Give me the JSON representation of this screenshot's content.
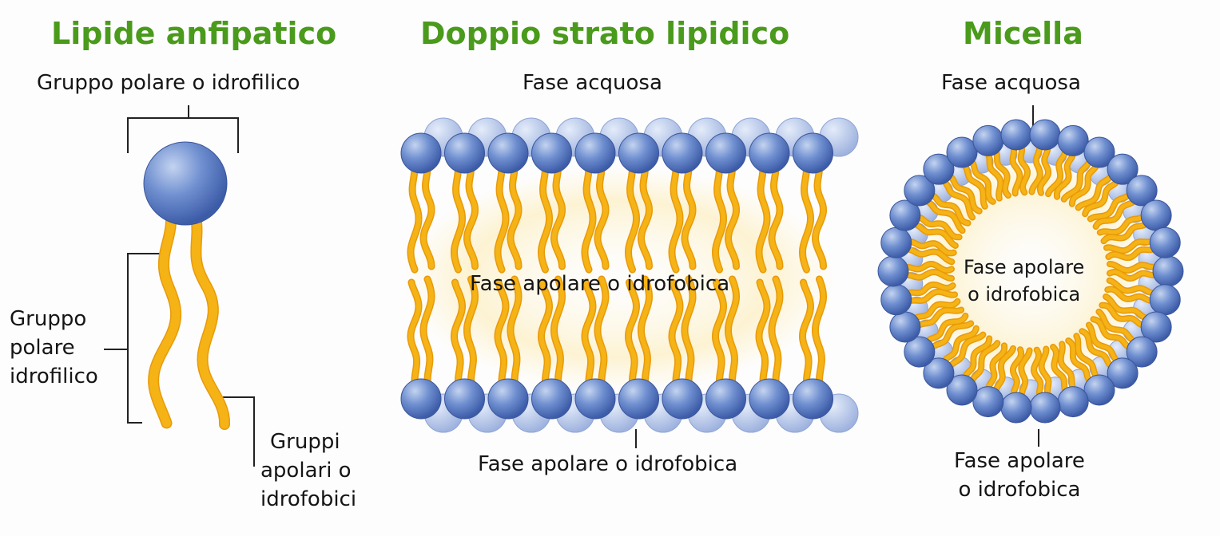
{
  "titles": {
    "amphipathic": "Lipide anfipatico",
    "bilayer": "Doppio strato lipidico",
    "micelle": "Micella"
  },
  "amphipathic": {
    "head_label": "Gruppo polare o idrofilico",
    "side_label": [
      "Gruppo",
      "polare",
      "idrofilico"
    ],
    "tails_label": [
      "Gruppi",
      "apolari o",
      "idrofobici"
    ]
  },
  "bilayer": {
    "top_label": "Fase acquosa",
    "middle_label": "Fase apolare o idrofobica",
    "bottom_label": "Fase apolare o idrofobica"
  },
  "micelle": {
    "top_label": "Fase acquosa",
    "inner_label": [
      "Fase apolare",
      "o idrofobica"
    ],
    "bottom_label": [
      "Fase apolare",
      "o idrofobica"
    ]
  },
  "colors": {
    "title": "#4a9a1c",
    "head": "#5b7fc4",
    "tail": "#f5b316"
  }
}
